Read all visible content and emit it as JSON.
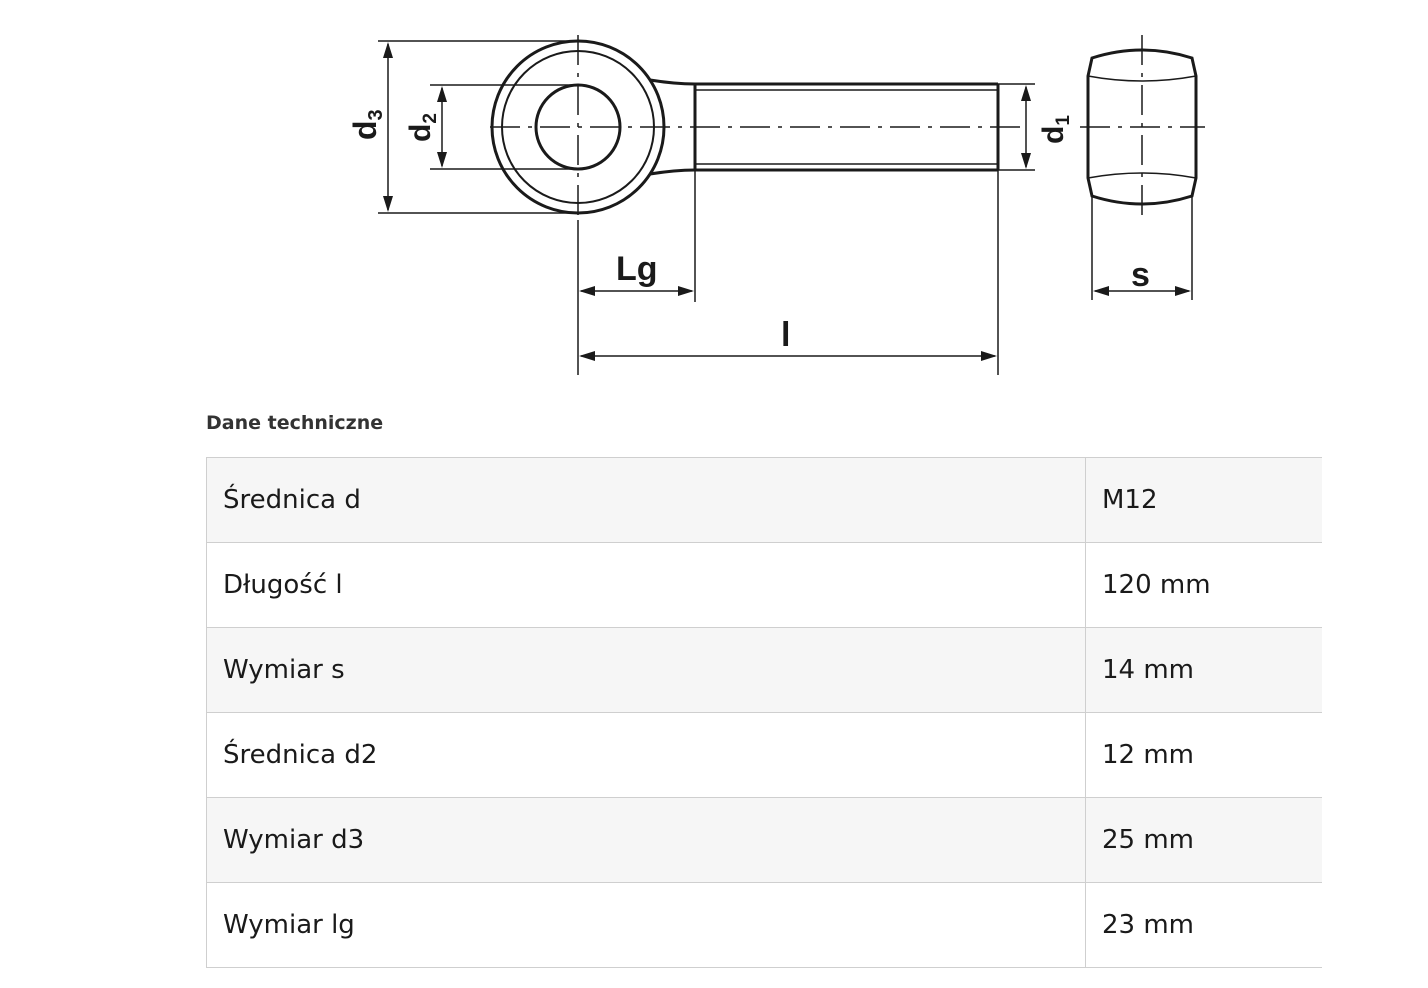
{
  "drawing": {
    "labels": {
      "d3": "d",
      "d3_sub": "3",
      "d2": "d",
      "d2_sub": "2",
      "d1": "d",
      "d1_sub": "1",
      "lg": "Lg",
      "l": "l",
      "s": "s"
    }
  },
  "section_title": "Dane techniczne",
  "table": {
    "rows": [
      {
        "label": "Średnica d",
        "value": "M12"
      },
      {
        "label": "Długość l",
        "value": "120 mm"
      },
      {
        "label": "Wymiar s",
        "value": "14 mm"
      },
      {
        "label": "Średnica d2",
        "value": "12 mm"
      },
      {
        "label": "Wymiar d3",
        "value": "25 mm"
      },
      {
        "label": "Wymiar lg",
        "value": "23 mm"
      }
    ]
  },
  "colors": {
    "line": "#1a1a1a",
    "row_alt": "#f6f6f6",
    "border": "#cfcfcf"
  }
}
